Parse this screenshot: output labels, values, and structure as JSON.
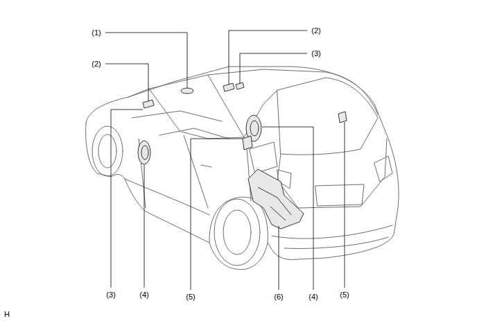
{
  "diagram": {
    "labels": [
      "(1)",
      "(2)",
      "(2)",
      "(3)",
      "(3)",
      "(4)",
      "(5)",
      "(6)",
      "(4)",
      "(5)",
      "H"
    ]
  }
}
